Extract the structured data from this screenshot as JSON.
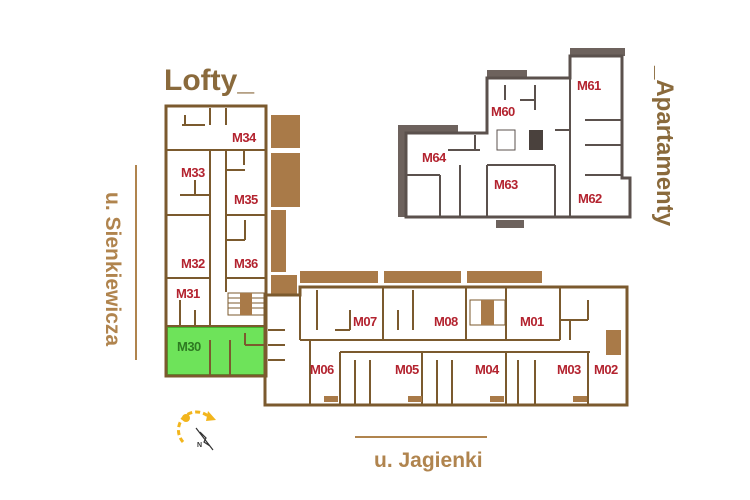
{
  "titles": {
    "lofts": "Lofty_",
    "apartments": "_Apartamenty"
  },
  "streets": {
    "west": "u. Sienkiewicza",
    "south": "u. Jagienki"
  },
  "compass": {
    "label": "N",
    "icon": "compass-north-icon"
  },
  "units": {
    "M30": "M30",
    "M31": "M31",
    "M32": "M32",
    "M33": "M33",
    "M34": "M34",
    "M35": "M35",
    "M36": "M36",
    "M01": "M01",
    "M02": "M02",
    "M03": "M03",
    "M04": "M04",
    "M05": "M05",
    "M06": "M06",
    "M07": "M07",
    "M08": "M08",
    "M60": "M60",
    "M61": "M61",
    "M62": "M62",
    "M63": "M63",
    "M64": "M64"
  },
  "selected_unit": "M30",
  "colors": {
    "selected": "#6ee35a",
    "label": "#b3232f",
    "wall": "#7b5a2e",
    "apartment_wall": "#5b514d",
    "accent": "#a97a48"
  }
}
